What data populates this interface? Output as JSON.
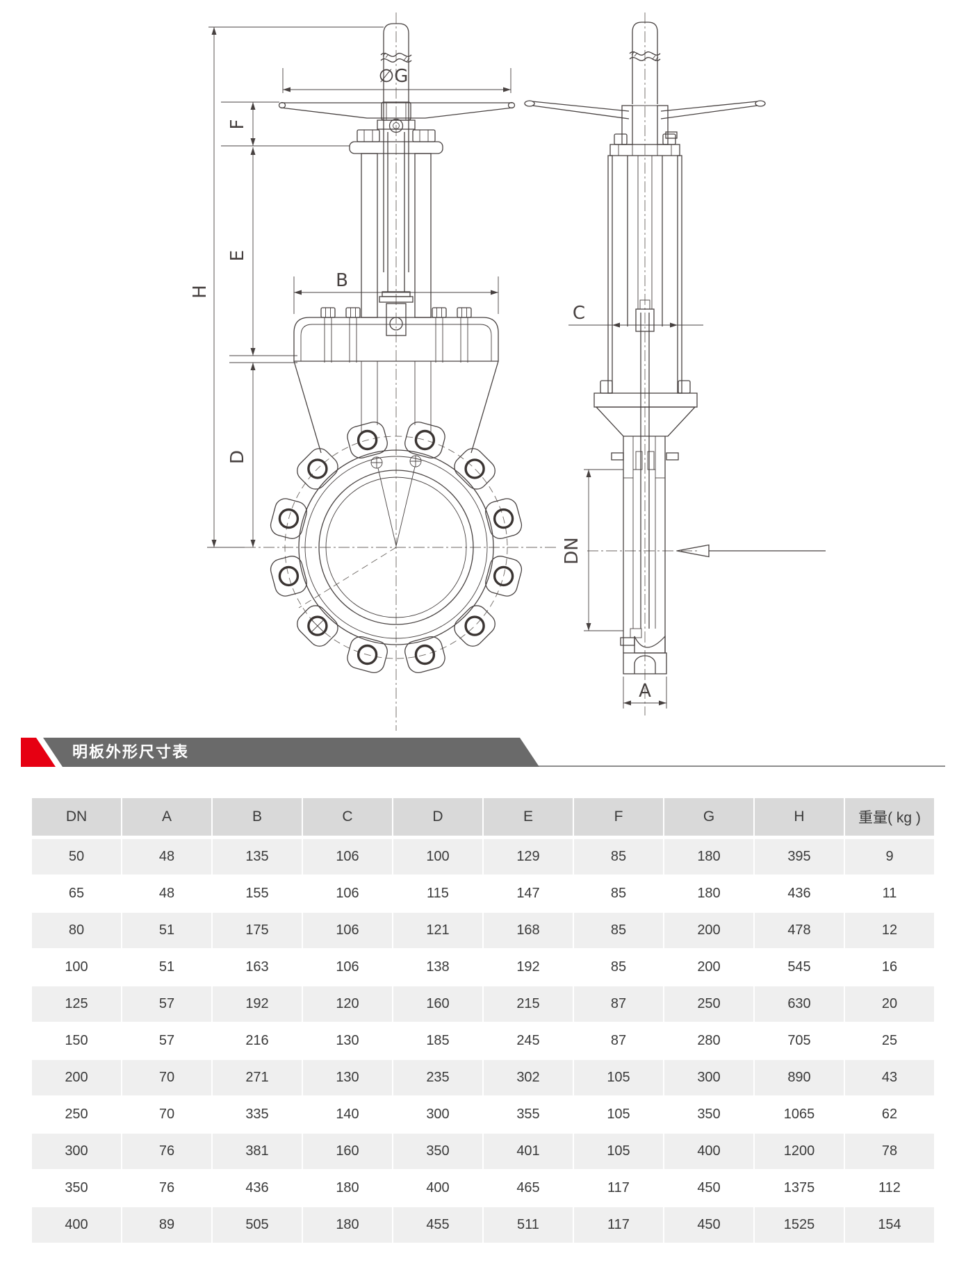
{
  "drawing": {
    "labels": {
      "h": "H",
      "f": "F",
      "e": "E",
      "d": "D",
      "b": "B",
      "g_dia": "∅G",
      "c": "C",
      "dn": "DN",
      "a": "A"
    }
  },
  "section_header": {
    "title": "明板外形尺寸表",
    "bar_color": "#6a6a6a",
    "accent_color": "#e60012",
    "text_color": "#ffffff"
  },
  "table": {
    "columns": [
      "DN",
      "A",
      "B",
      "C",
      "D",
      "E",
      "F",
      "G",
      "H",
      "重量( kg )"
    ],
    "rows": [
      [
        50,
        48,
        135,
        106,
        100,
        129,
        85,
        180,
        395,
        9
      ],
      [
        65,
        48,
        155,
        106,
        115,
        147,
        85,
        180,
        436,
        11
      ],
      [
        80,
        51,
        175,
        106,
        121,
        168,
        85,
        200,
        478,
        12
      ],
      [
        100,
        51,
        163,
        106,
        138,
        192,
        85,
        200,
        545,
        16
      ],
      [
        125,
        57,
        192,
        120,
        160,
        215,
        87,
        250,
        630,
        20
      ],
      [
        150,
        57,
        216,
        130,
        185,
        245,
        87,
        280,
        705,
        25
      ],
      [
        200,
        70,
        271,
        130,
        235,
        302,
        105,
        300,
        890,
        43
      ],
      [
        250,
        70,
        335,
        140,
        300,
        355,
        105,
        350,
        1065,
        62
      ],
      [
        300,
        76,
        381,
        160,
        350,
        401,
        105,
        400,
        1200,
        78
      ],
      [
        350,
        76,
        436,
        180,
        400,
        465,
        117,
        450,
        1375,
        112
      ],
      [
        400,
        89,
        505,
        180,
        455,
        511,
        117,
        450,
        1525,
        154
      ]
    ]
  }
}
